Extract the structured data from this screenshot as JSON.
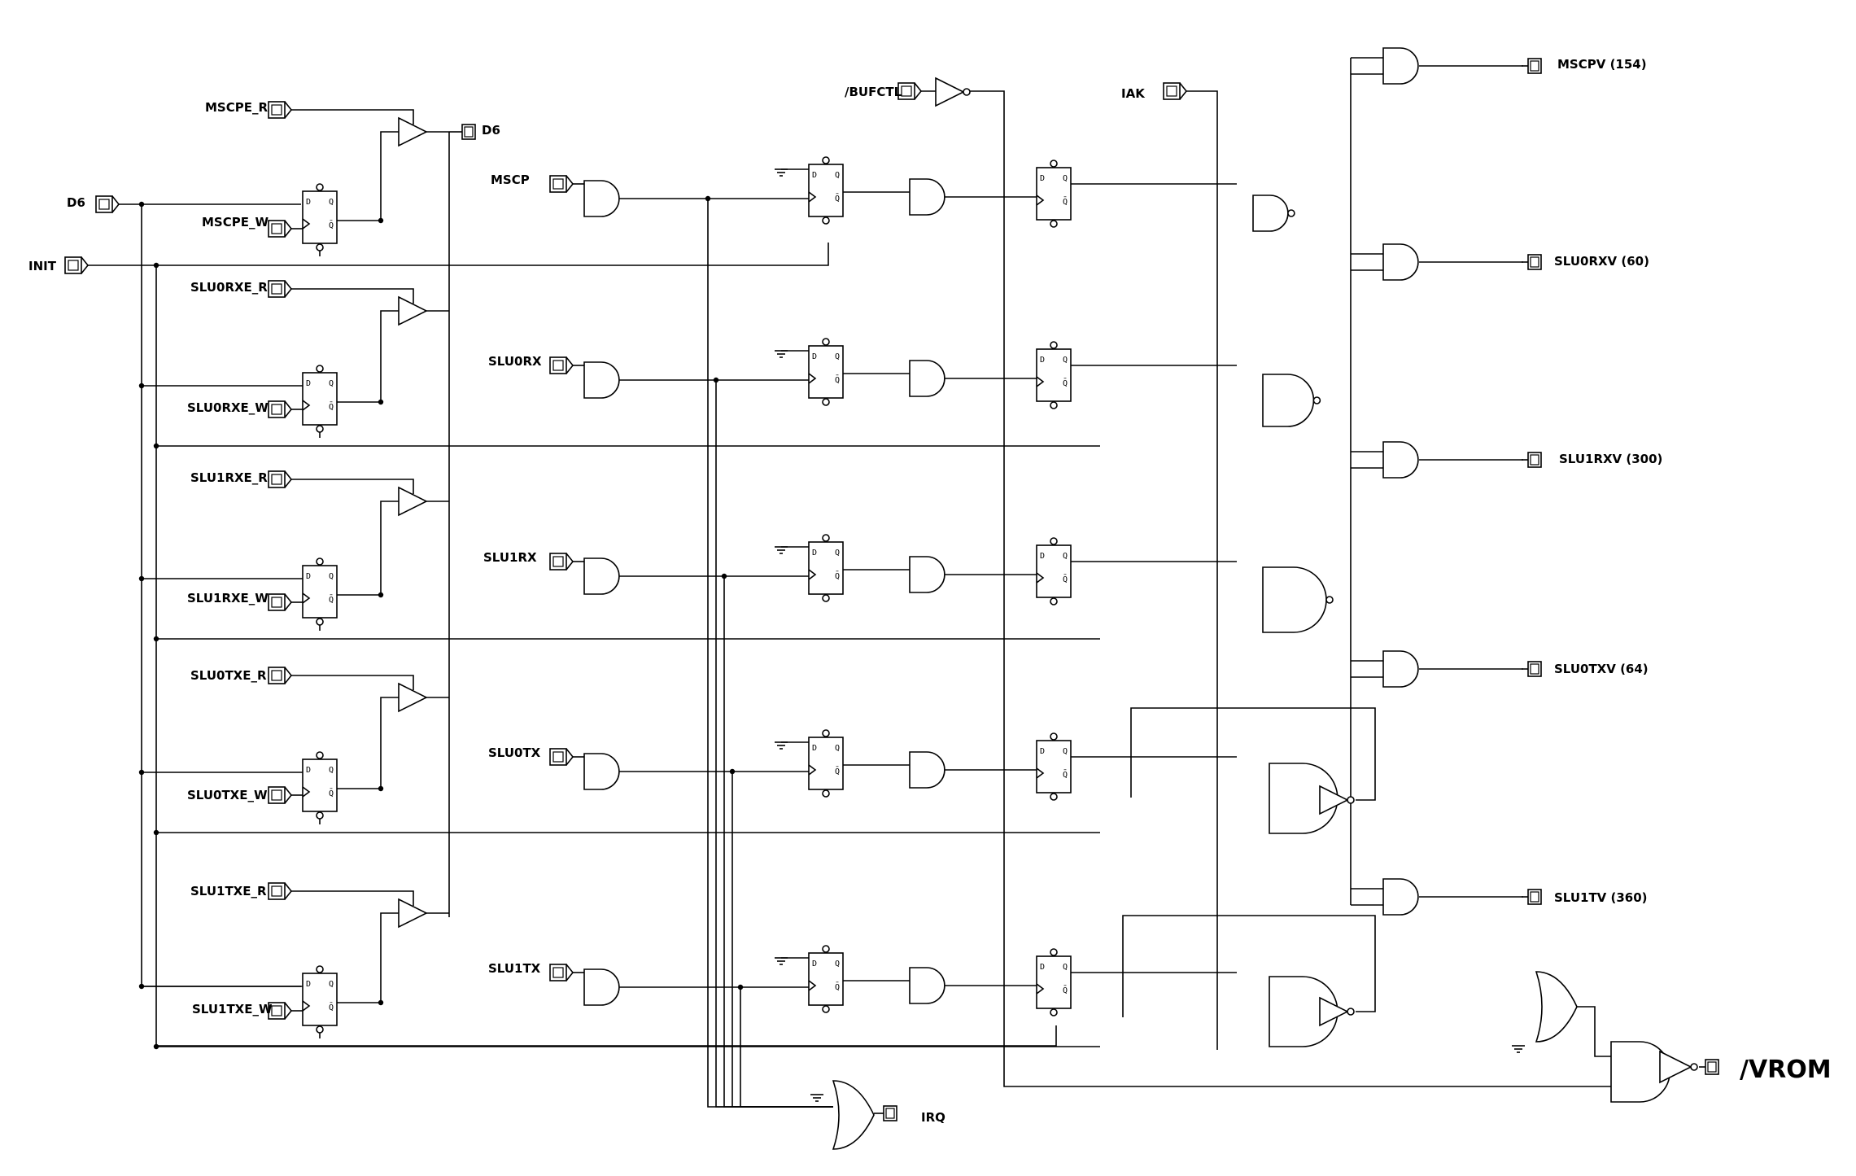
{
  "diagram": {
    "inputs_left": {
      "d6": "D6",
      "init": "INIT"
    },
    "rows": [
      {
        "read": "MSCPE_R",
        "write": "MSCPE_W",
        "source": "MSCP",
        "output": "MSCPV (154)"
      },
      {
        "read": "SLU0RXE_R",
        "write": "SLU0RXE_W",
        "source": "SLU0RX",
        "output": "SLU0RXV (60)"
      },
      {
        "read": "SLU1RXE_R",
        "write": "SLU1RXE_W",
        "source": "SLU1RX",
        "output": "SLU1RXV (300)"
      },
      {
        "read": "SLU0TXE_R",
        "write": "SLU0TXE_W",
        "source": "SLU0TX",
        "output": "SLU0TXV (64)"
      },
      {
        "read": "SLU1TXE_R",
        "write": "SLU1TXE_W",
        "source": "SLU1TX",
        "output": "SLU1TV (360)"
      }
    ],
    "d6_out": "D6",
    "bufctl": "/BUFCTL",
    "iak": "IAK",
    "irq": "IRQ",
    "vrom": "/VROM",
    "ff_pins": {
      "d": "D",
      "q": "Q",
      "qn": "Q̄"
    }
  }
}
